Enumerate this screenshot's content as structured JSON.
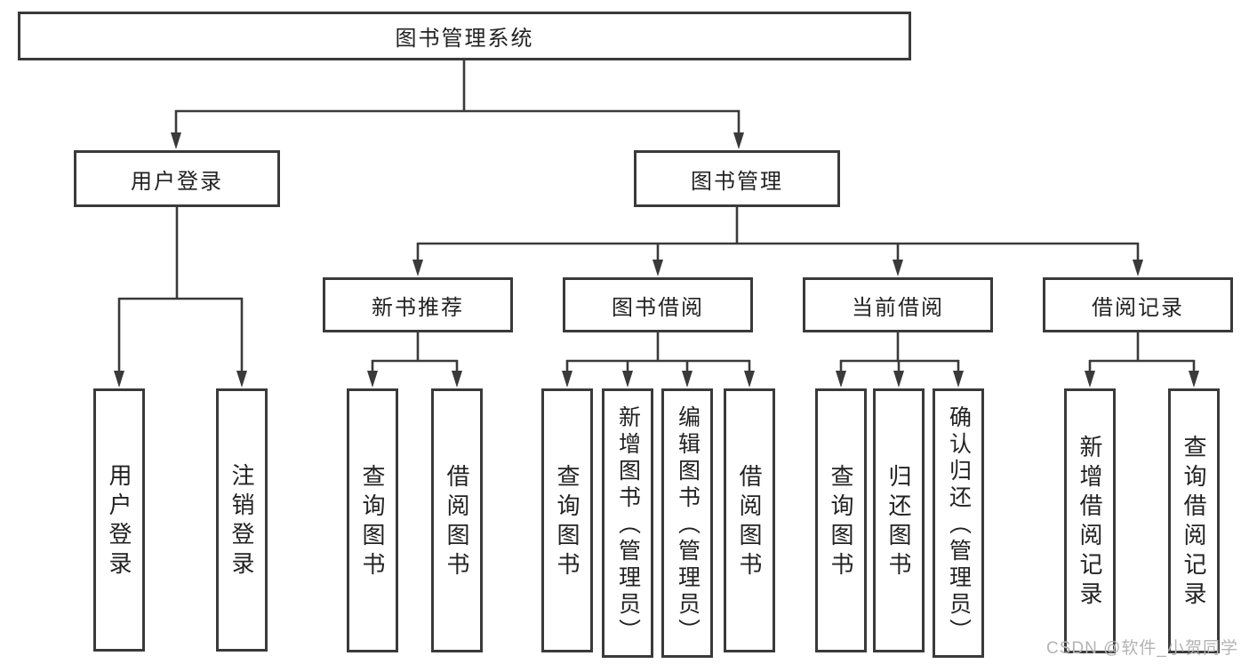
{
  "diagram": {
    "root": "图书管理系统",
    "level2": {
      "user_login": "用户登录",
      "book_mgmt": "图书管理"
    },
    "level3": {
      "new_book": "新书推荐",
      "book_borrow": "图书借阅",
      "current_borrow": "当前借阅",
      "borrow_record": "借阅记录"
    },
    "leaves": {
      "login": "用户登录",
      "logout": "注销登录",
      "newbook_query": "查询图书",
      "newbook_borrow": "借阅图书",
      "borrow_query": "查询图书",
      "borrow_add": "新增图书（管理员）",
      "borrow_edit": "编辑图书（管理员）",
      "borrow_borrow": "借阅图书",
      "current_query": "查询图书",
      "current_return": "归还图书",
      "current_confirm": "确认归还（管理员）",
      "record_add": "新增借阅记录",
      "record_query": "查询借阅记录"
    }
  },
  "watermark": "CSDN @软件_小贺同学",
  "colors": {
    "line": "#3a3a3a",
    "text": "#222222",
    "watermark": "#b3b3b3",
    "background": "#ffffff"
  }
}
